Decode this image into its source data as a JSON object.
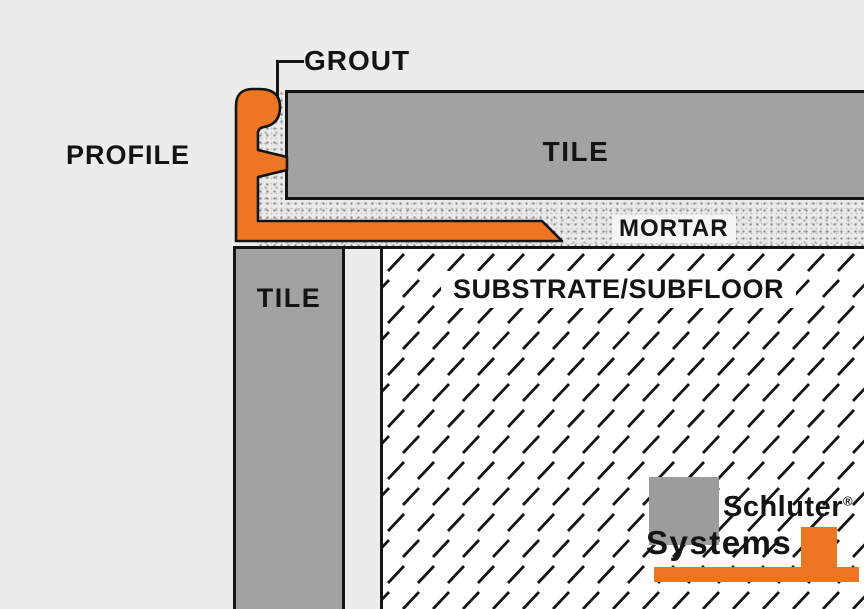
{
  "labels": {
    "grout": "GROUT",
    "profile": "PROFILE",
    "tile_top": "TILE",
    "tile_left": "TILE",
    "mortar": "MORTAR",
    "substrate": "SUBSTRATE/SUBFLOOR"
  },
  "logo": {
    "wordmark_top": "Schluter",
    "registered": "®",
    "wordmark_bottom": "Systems"
  },
  "colors": {
    "profile_orange": "#ee7623",
    "tile_gray": "#a2a2a2",
    "outline_black": "#141414",
    "background_gray": "#ececec",
    "mortar_base": "#eaeaea",
    "substrate_white": "#ffffff",
    "logo_gray": "#9c9c9c"
  }
}
